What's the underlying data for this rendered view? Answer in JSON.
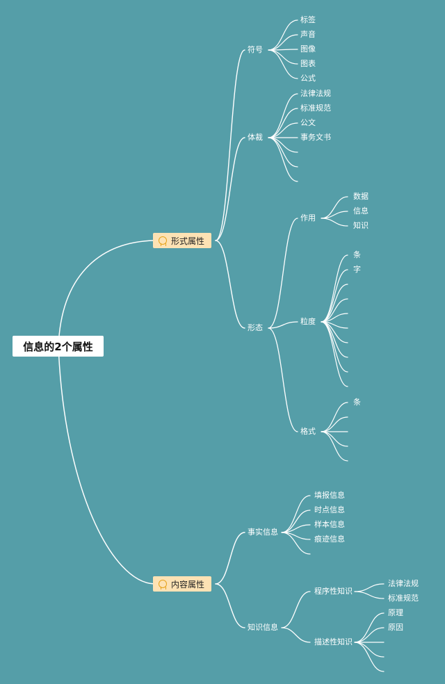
{
  "root": "信息的2个属性",
  "branches": [
    {
      "label": "形式属性",
      "children": [
        {
          "label": "符号",
          "children": [
            "标签",
            "声音",
            "图像",
            "图表",
            "公式"
          ]
        },
        {
          "label": "体裁",
          "children": [
            "法律法规",
            "标准规范",
            "公文",
            "事务文书",
            "",
            "",
            ""
          ]
        },
        {
          "label": "形态",
          "children": [
            {
              "label": "作用",
              "children": [
                "数据",
                "信息",
                "知识"
              ]
            },
            {
              "label": "粒度",
              "children": [
                "条",
                "字",
                "",
                "",
                "",
                "",
                "",
                "",
                ""
              ]
            },
            {
              "label": "格式",
              "children": [
                "条",
                "",
                "",
                "",
                ""
              ]
            }
          ]
        }
      ]
    },
    {
      "label": "内容属性",
      "children": [
        {
          "label": "事实信息",
          "children": [
            "填报信息",
            "时点信息",
            "样本信息",
            "痕迹信息",
            ""
          ]
        },
        {
          "label": "知识信息",
          "children": [
            {
              "label": "程序性知识",
              "children": [
                "法律法规",
                "标准规范"
              ]
            },
            {
              "label": "描述性知识",
              "children": [
                "原理",
                "原因",
                "",
                "",
                ""
              ]
            }
          ]
        }
      ]
    }
  ],
  "colors": {
    "background": "#559ea8",
    "line": "#ffffff",
    "branch_fill": "#fde2b4",
    "icon": "#e6a21a"
  },
  "icons": {
    "branch": "medal-icon"
  }
}
